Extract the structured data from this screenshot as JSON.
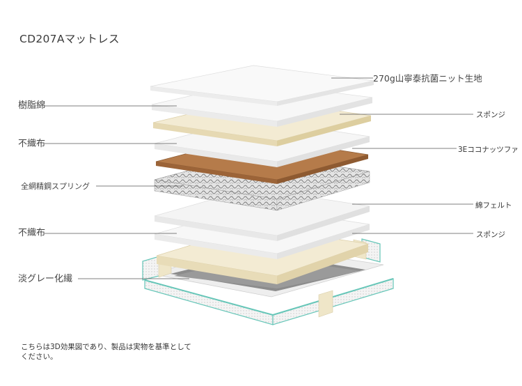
{
  "title": "CD207Aマットレス",
  "labels": {
    "left": [
      "樹脂綿",
      "不織布",
      "全網精鋼スプリング",
      "不織布",
      "淡グレー化繊"
    ],
    "right": [
      "270g山寧泰抗菌ニット生地",
      "スポンジ",
      "3Eココナッツファ",
      "綿フェルト",
      "スポンジ"
    ]
  },
  "note": [
    "こちらは3D効果図であり、製品は実物を基準として",
    "ください。"
  ],
  "colors": {
    "white_layer": "#f3f3f3",
    "foam_layer": "#f2ead2",
    "coconut_layer": "#b57b4a",
    "gray_base": "#8c8c8c",
    "frame_edge": "#66c6b8",
    "leader_line": "#555555"
  }
}
